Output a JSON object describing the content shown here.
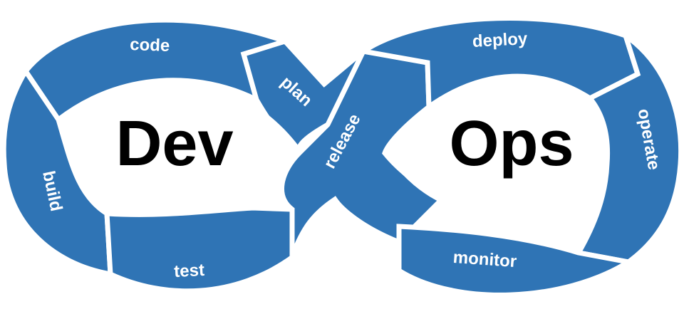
{
  "colors": {
    "segment": "#2f74b5",
    "divider": "#ffffff",
    "center_text": "#000000"
  },
  "left_word": "Dev",
  "right_word": "Ops",
  "stages": {
    "code": "code",
    "build": "build",
    "test": "test",
    "plan": "plan",
    "release": "release",
    "deploy": "deploy",
    "operate": "operate",
    "monitor": "monitor"
  }
}
